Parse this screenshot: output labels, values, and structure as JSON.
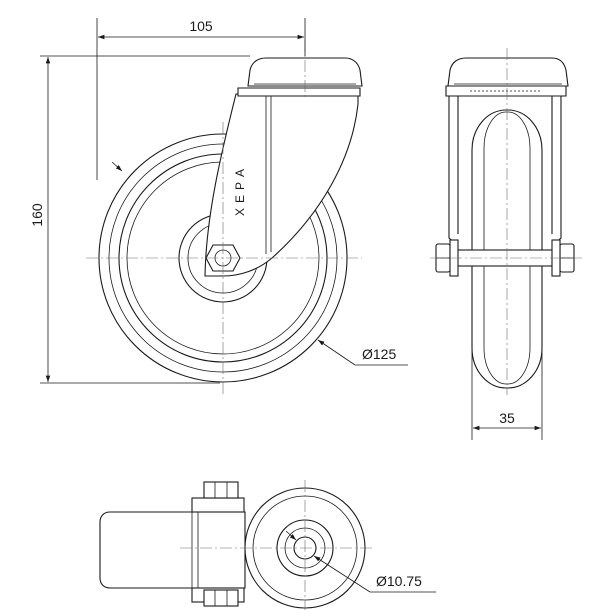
{
  "dimensions": {
    "width_105": "105",
    "height_160": "160",
    "diameter_125": "Ø125",
    "width_35": "35",
    "diameter_10_75": "Ø10.75"
  },
  "logo": {
    "letters": [
      "A",
      "P",
      "E",
      "X"
    ]
  },
  "colors": {
    "line": "#1a1a1a",
    "centerline": "#6b6b6b",
    "background": "#ffffff"
  }
}
